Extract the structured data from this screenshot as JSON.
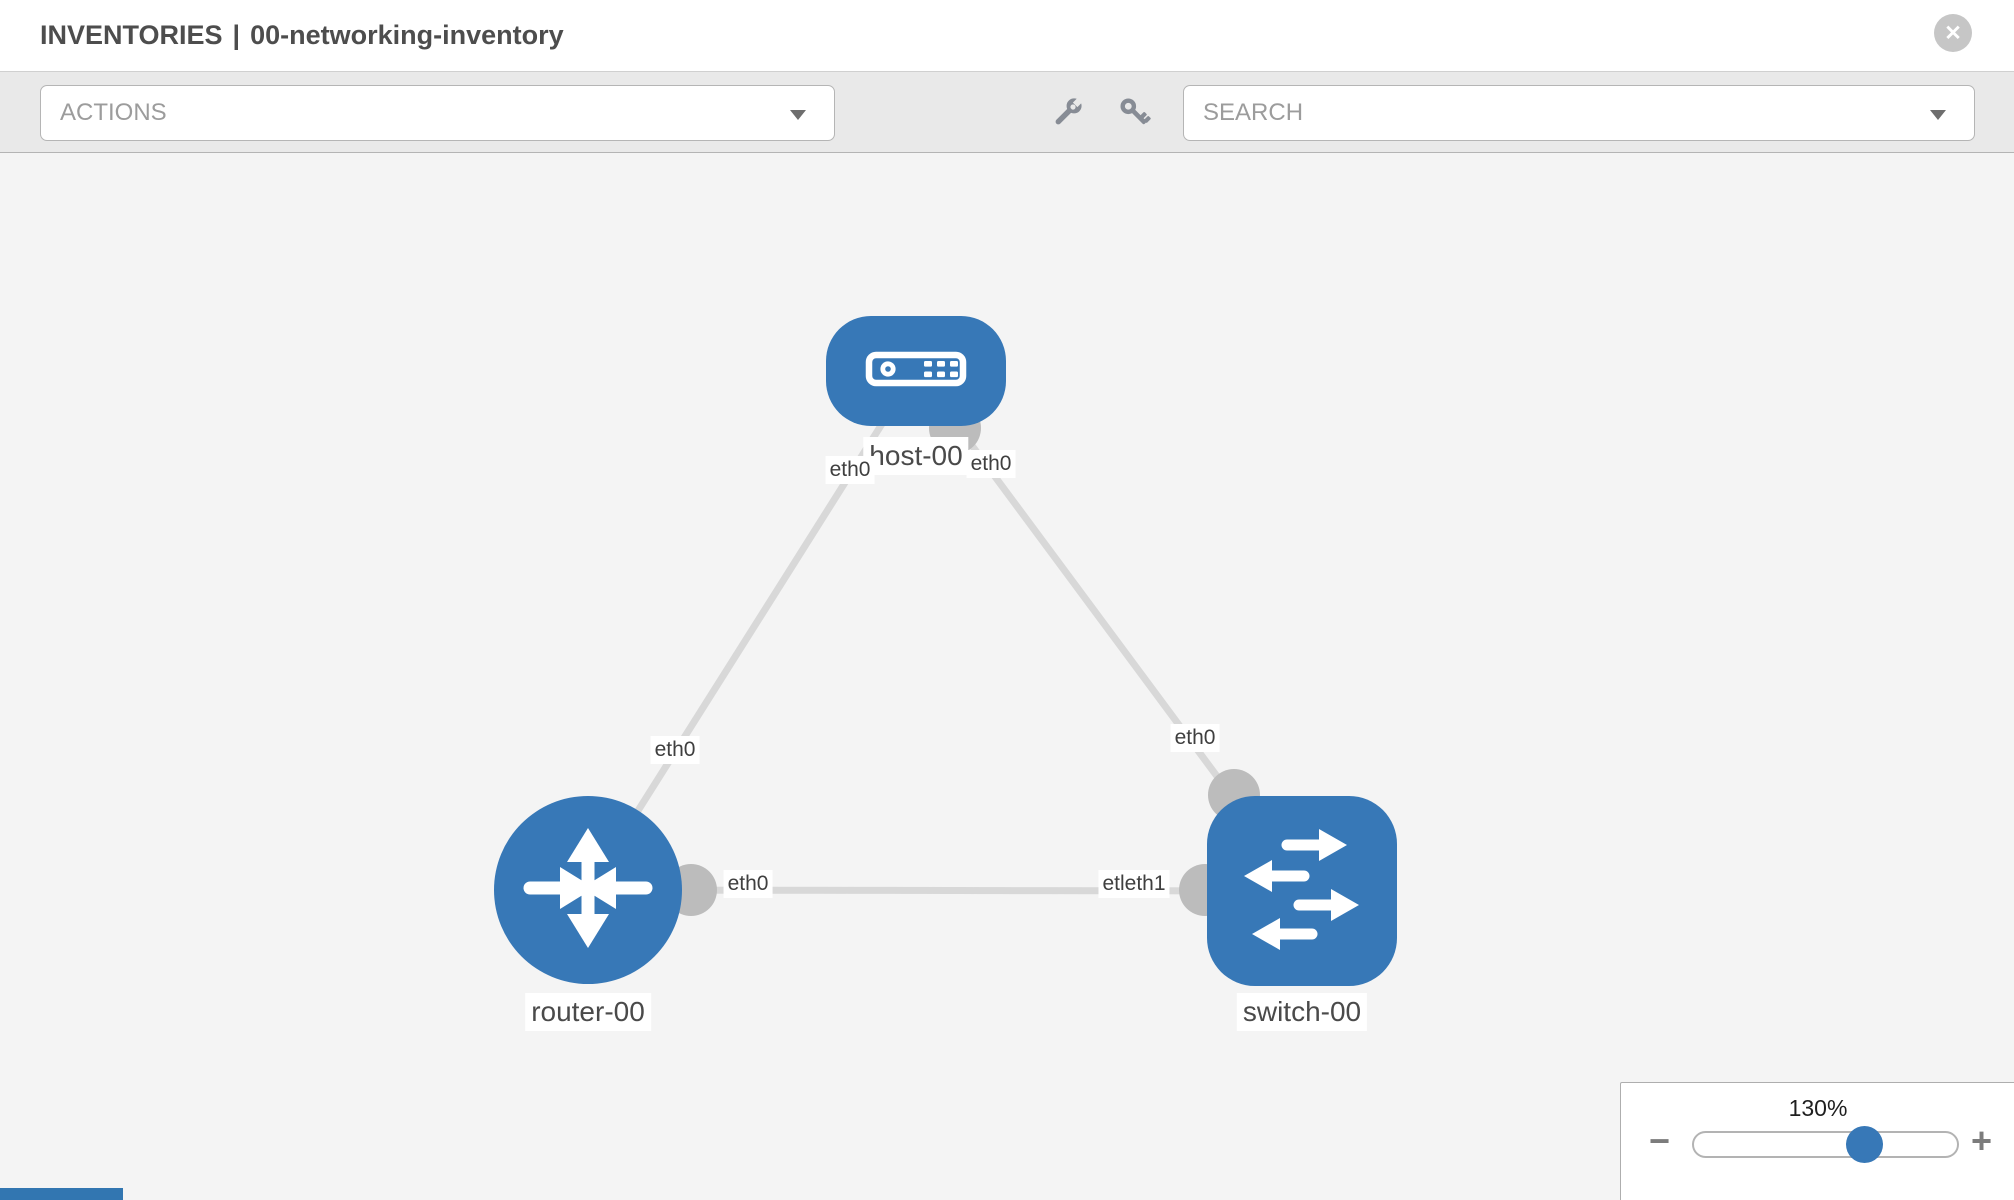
{
  "header": {
    "title_primary": "INVENTORIES",
    "title_separator": "|",
    "title_secondary": "00-networking-inventory",
    "close_glyph": "✕"
  },
  "toolbar": {
    "actions_label": "ACTIONS",
    "search_label": "SEARCH",
    "icons": [
      "wrench",
      "key"
    ]
  },
  "colors": {
    "node_blue": "#3778b7",
    "link_gray": "#d8d8d8",
    "connector_gray": "#bcbcbc",
    "canvas_bg": "#f4f4f4"
  },
  "canvas": {
    "nodes": [
      {
        "id": "host-00",
        "type": "host",
        "shape": "rounded-rect",
        "label": "host-00"
      },
      {
        "id": "router-00",
        "type": "router",
        "shape": "circle",
        "label": "router-00"
      },
      {
        "id": "switch-00",
        "type": "switch",
        "shape": "rounded-square",
        "label": "switch-00"
      }
    ],
    "links": [
      {
        "source": "host-00",
        "target": "router-00"
      },
      {
        "source": "host-00",
        "target": "switch-00"
      },
      {
        "source": "router-00",
        "target": "switch-00"
      }
    ],
    "interface_labels": [
      {
        "text": "eth0",
        "near": "host-00-left"
      },
      {
        "text": "eth0",
        "near": "host-00-right"
      },
      {
        "text": "eth0",
        "near": "router-00-top"
      },
      {
        "text": "eth0",
        "near": "router-00-right"
      },
      {
        "text": "eth0",
        "near": "switch-00-top"
      },
      {
        "text": "etleth1",
        "near": "switch-00-left"
      }
    ]
  },
  "zoom_control": {
    "value": "130%",
    "percent": 130,
    "minus_label": "−",
    "plus_label": "+"
  }
}
